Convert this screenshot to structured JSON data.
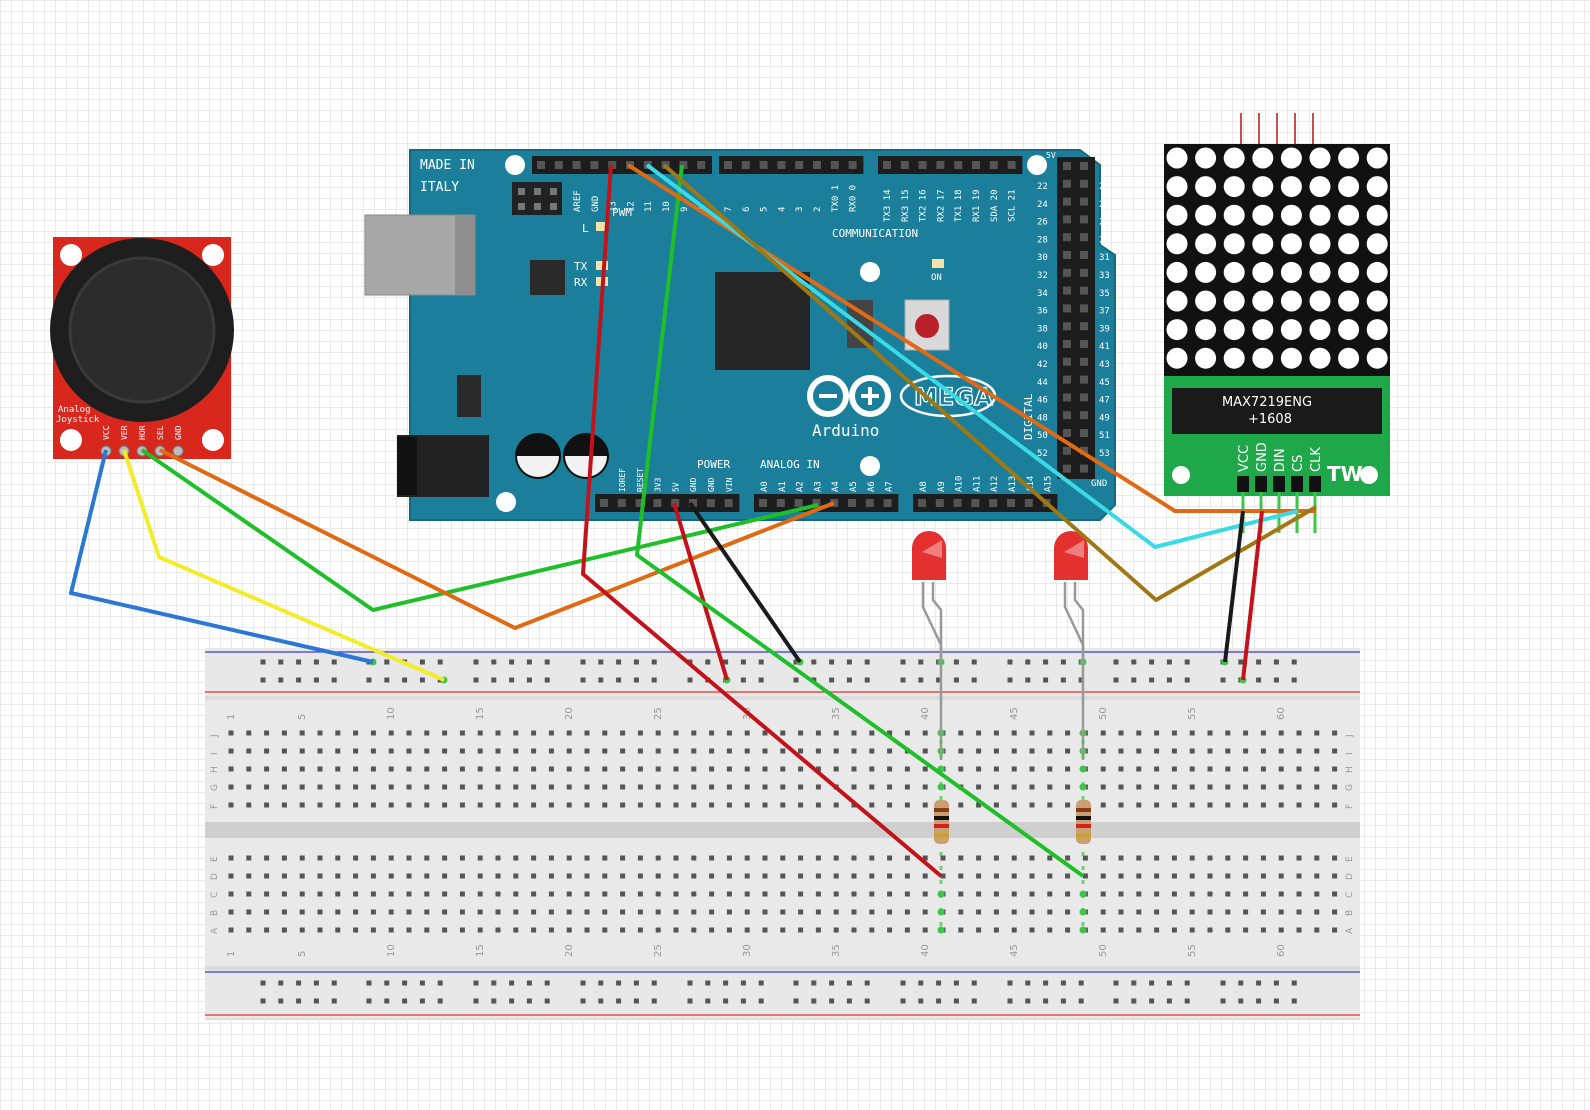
{
  "arduino": {
    "made_in": "MADE IN",
    "country": "ITALY",
    "brand": "Arduino",
    "model": "MEGA",
    "power": "POWER",
    "analog_in": "ANALOG IN",
    "communication": "COMMUNICATION",
    "digital": "DIGITAL",
    "pwm": "PWM",
    "led_l": "L",
    "led_tx": "TX",
    "led_rx": "RX",
    "led_on": "ON",
    "pin_5v": "5V",
    "pin_gnd": "GND",
    "top_pins_a": [
      "AREF",
      "GND",
      "13",
      "12",
      "11",
      "10",
      "9",
      "8"
    ],
    "top_pins_b": [
      "7",
      "6",
      "5",
      "4",
      "3",
      "2",
      "TX0 1",
      "RX0 0"
    ],
    "top_pins_c": [
      "TX3 14",
      "RX3 15",
      "TX2 16",
      "RX2 17",
      "TX1 18",
      "RX1 19",
      "SDA 20",
      "SCL 21"
    ],
    "power_pins": [
      "IOREF",
      "RESET",
      "3V3",
      "5V",
      "GND",
      "GND",
      "VIN"
    ],
    "analog_pins_a": [
      "A0",
      "A1",
      "A2",
      "A3",
      "A4",
      "A5",
      "A6",
      "A7"
    ],
    "analog_pins_b": [
      "A8",
      "A9",
      "A10",
      "A11",
      "A12",
      "A13",
      "A14",
      "A15"
    ],
    "digital_left": [
      "22",
      "24",
      "26",
      "28",
      "30",
      "32",
      "34",
      "36",
      "38",
      "40",
      "42",
      "44",
      "46",
      "48",
      "50",
      "52"
    ],
    "digital_right": [
      "23",
      "25",
      "27",
      "29",
      "31",
      "33",
      "35",
      "37",
      "39",
      "41",
      "43",
      "45",
      "47",
      "49",
      "51",
      "53"
    ]
  },
  "joystick": {
    "label_line1": "Analog",
    "label_line2": "Joystick",
    "pins": [
      "VCC",
      "VER",
      "HOR",
      "SEL",
      "GND"
    ]
  },
  "matrix": {
    "chip_line1": "MAX7219ENG",
    "chip_line2": "+1608",
    "brand": "TW",
    "pins": [
      "VCC",
      "GND",
      "DIN",
      "CS",
      "CLK"
    ]
  },
  "breadboard": {
    "column_numbers": [
      "1",
      "5",
      "10",
      "15",
      "20",
      "25",
      "30",
      "35",
      "40",
      "45",
      "50",
      "55",
      "60"
    ],
    "rows_top": [
      "J",
      "I",
      "H",
      "G",
      "F"
    ],
    "rows_bottom": [
      "E",
      "D",
      "C",
      "B",
      "A"
    ]
  },
  "colors": {
    "wire_blue": "#2b78d4",
    "wire_yellow": "#f2ec2a",
    "wire_green": "#1fbf2a",
    "wire_orange": "#e06a14",
    "wire_red": "#c4121a",
    "wire_black": "#1a1a1a",
    "wire_cyan": "#3ad9e6",
    "wire_brown": "#a07813",
    "board_blue": "#1b7f9c",
    "matrix_green": "#1ea84a",
    "joystick_red": "#d8281e"
  }
}
